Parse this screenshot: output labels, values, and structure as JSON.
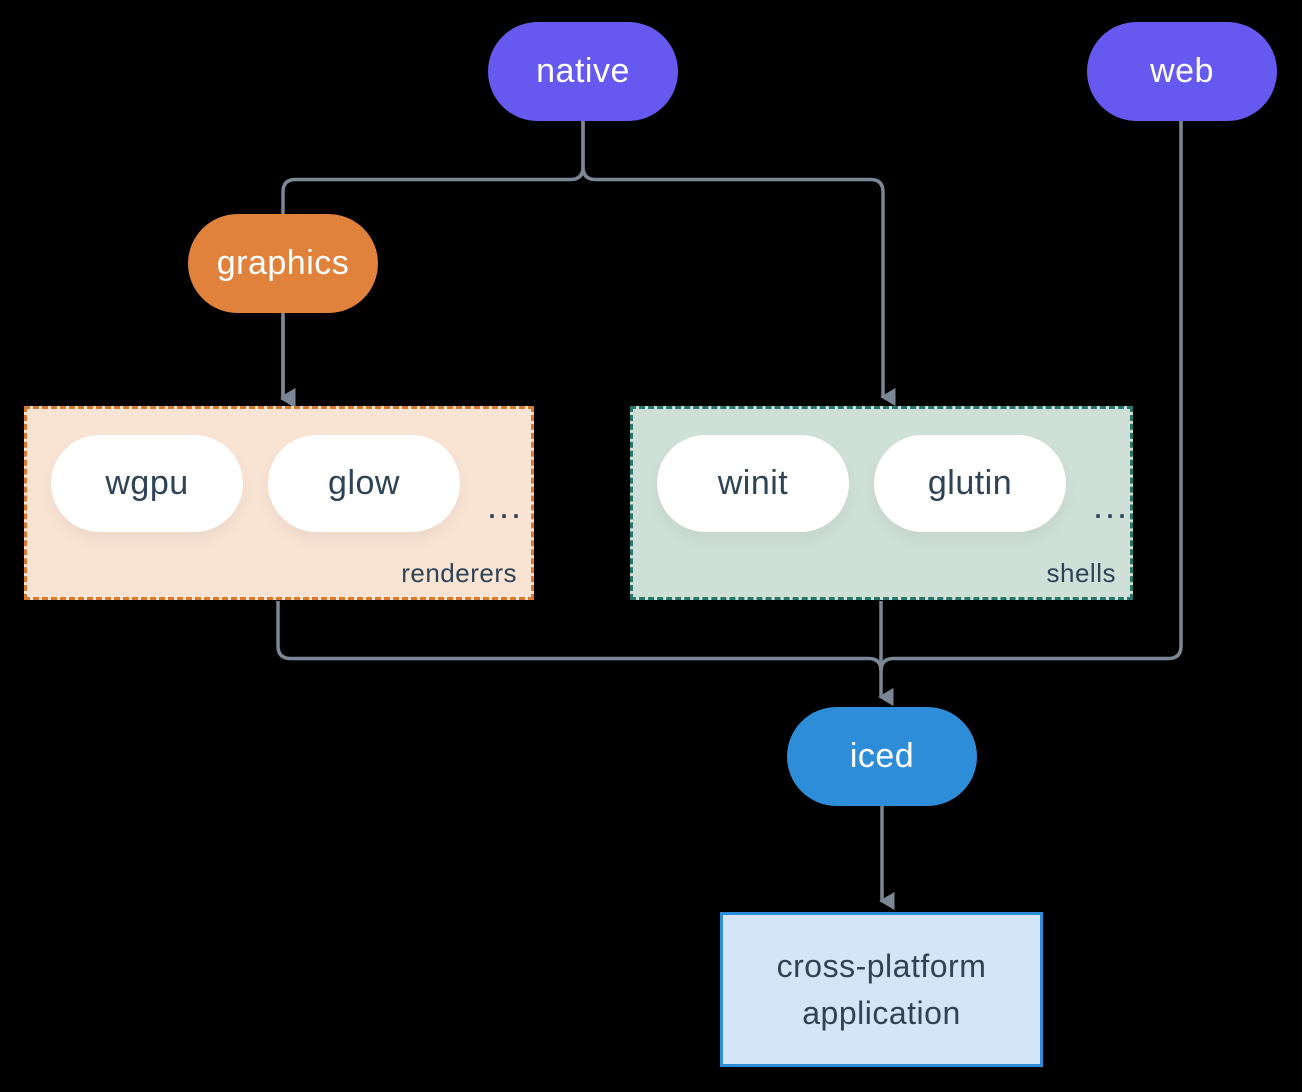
{
  "colors": {
    "background": "#000000",
    "edge": "#7b8794",
    "purple": "#6559f0",
    "orange": "#e0813c",
    "blue": "#2e8dd8",
    "renderers-bg": "#f9e4d4",
    "renderers-border": "#d97a30",
    "shells-bg": "#cfe0d8",
    "shells-border": "#26776a",
    "app-bg": "#d4e5f7",
    "app-border": "#2e8dd8",
    "dark-text": "#2f4356",
    "light-text": "#ffffff"
  },
  "nodes": {
    "native": "native",
    "web": "web",
    "graphics": "graphics",
    "iced": "iced",
    "app": "cross-platform application"
  },
  "groups": {
    "renderers": {
      "label": "renderers",
      "items": [
        "wgpu",
        "glow"
      ],
      "ellipsis": "..."
    },
    "shells": {
      "label": "shells",
      "items": [
        "winit",
        "glutin"
      ],
      "ellipsis": "..."
    }
  }
}
